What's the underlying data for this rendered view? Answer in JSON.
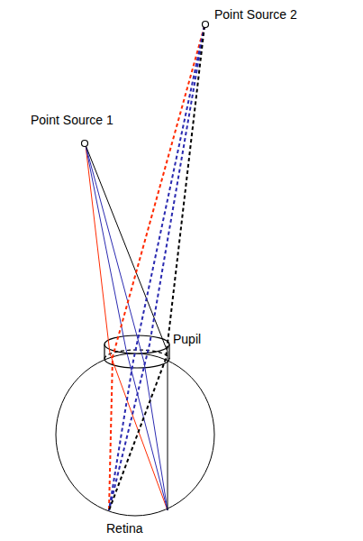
{
  "diagram": {
    "labels": [
      "Point Source 1",
      "Point Source 2",
      "Pupil",
      "Retina"
    ]
  }
}
